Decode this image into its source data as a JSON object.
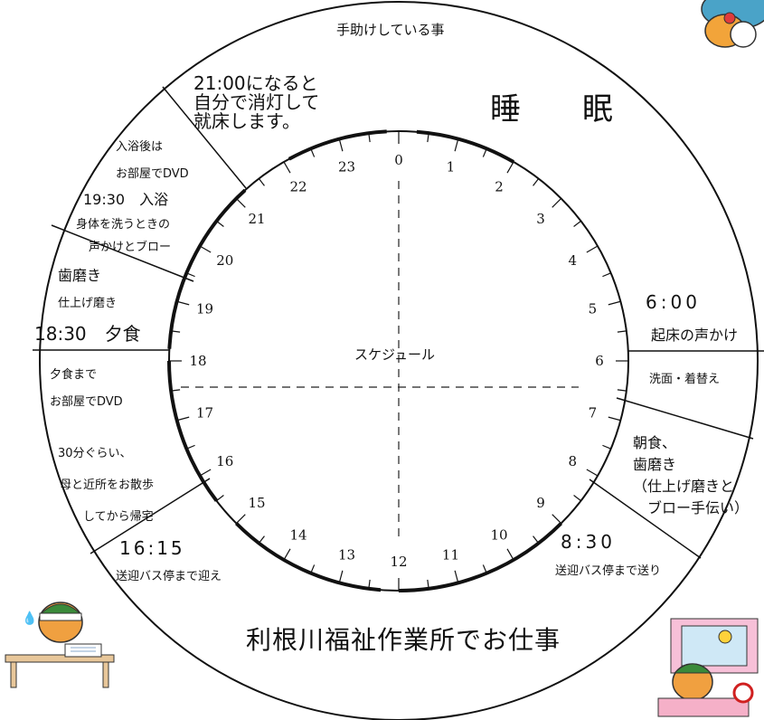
{
  "top_label": "手助けしている事",
  "center_label": "スケジュール",
  "bottom_label": "利根川福祉作業所でお仕事",
  "sleep_label": "睡　　眠",
  "hours": [
    "0",
    "1",
    "2",
    "3",
    "4",
    "5",
    "6",
    "7",
    "8",
    "9",
    "10",
    "11",
    "12",
    "13",
    "14",
    "15",
    "16",
    "17",
    "18",
    "19",
    "20",
    "21",
    "22",
    "23"
  ],
  "activities": {
    "bedtime": [
      "21:00になると",
      "自分で消灯して",
      "就床します。"
    ],
    "after_bath": [
      "入浴後は",
      "お部屋でDVD"
    ],
    "bath_time": "19:30　入浴",
    "bath_help": [
      "身体を洗うときの",
      "声かけとブロー"
    ],
    "teeth_evening": "歯磨き",
    "teeth_finish": "仕上げ磨き",
    "dinner": "18:30　夕食",
    "before_dinner": [
      "夕食まで",
      "お部屋でDVD"
    ],
    "walk": [
      "30分ぐらい、",
      "母と近所をお散歩",
      "してから帰宅"
    ],
    "pickup_time": "16:15",
    "pickup": "送迎バス停まで迎え",
    "wake_time": "6:00",
    "wake": "起床の声かけ",
    "wash": "洗面・着替え",
    "breakfast": [
      "朝食、",
      "歯磨き",
      "（仕上げ磨きと",
      "　ブロー手伝い）"
    ],
    "dropoff_time": "8:30",
    "dropoff": "送迎バス停まで送り"
  }
}
